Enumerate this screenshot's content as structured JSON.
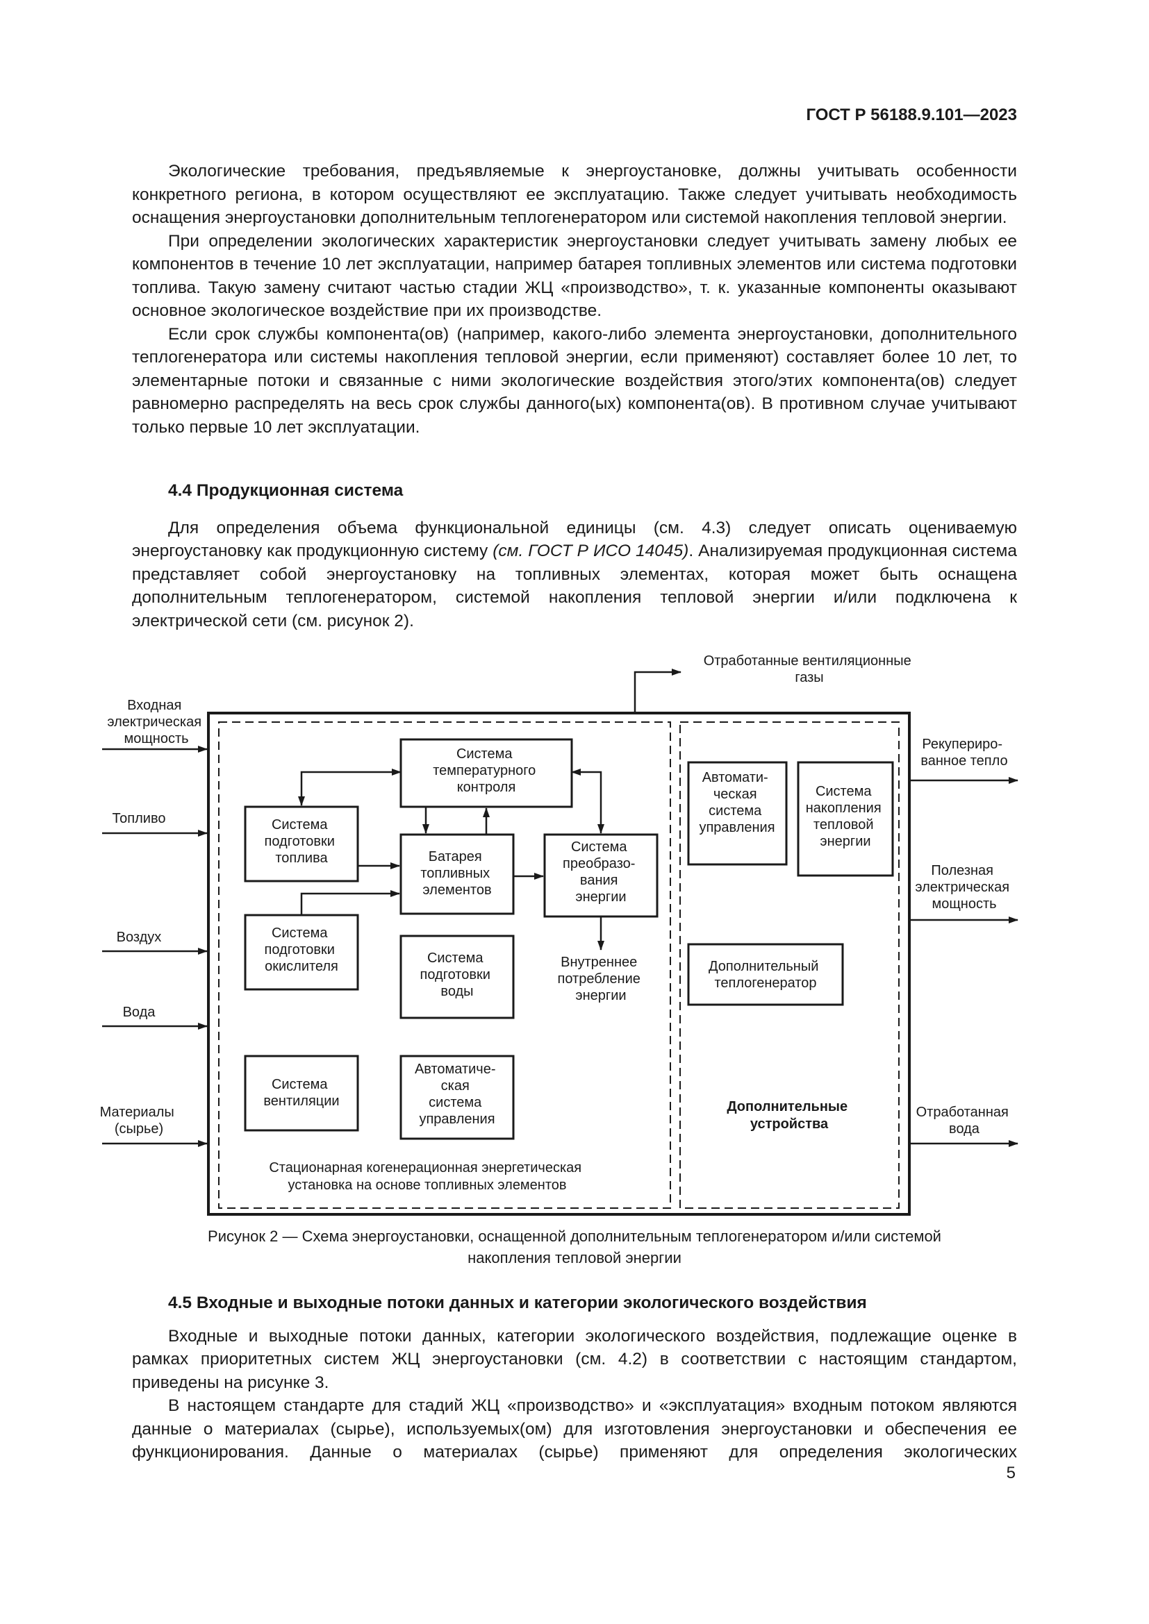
{
  "header": {
    "doc_id": "ГОСТ Р 56188.9.101—2023"
  },
  "paragraphs_top": [
    "Экологические требования, предъявляемые к энергоустановке, должны учитывать особенности конкретного региона, в котором осуществляют ее эксплуатацию. Также следует учитывать необходимость оснащения энергоустановки дополнительным теплогенератором или системой накопления тепловой энергии.",
    "При определении экологических характеристик энергоустановки следует учитывать замену любых ее компонентов в течение 10 лет эксплуатации, например батарея топливных элементов или система подготовки топлива. Такую замену считают частью стадии ЖЦ «производство», т. к. указанные компоненты оказывают основное экологическое воздействие при их производстве.",
    "Если срок службы компонента(ов) (например, какого-либо элемента энергоустановки, дополнительного теплогенератора или системы накопления тепловой энергии, если применяют) составляет более 10 лет, то элементарные потоки и связанные с ними экологические воздействия этого/этих компонента(ов) следует равномерно распределять на весь срок службы данного(ых) компонента(ов). В противном случае учитывают только первые 10 лет эксплуатации."
  ],
  "section_4_4": {
    "heading": "4.4 Продукционная система",
    "text_before_ref": "Для определения объема функциональной единицы (см. 4.3) следует описать оцениваемую энергоустановку как продукционную систему ",
    "ref_italic": "(см. ГОСТ Р ИСО 14045)",
    "text_after_ref": ". Анализируемая продукционная система представляет собой энергоустановку на топливных элементах, которая может быть оснащена дополнительным теплогенератором, системой накопления тепловой энергии и/или подключена к электрической сети (см. рисунок 2)."
  },
  "figure": {
    "inputs": {
      "electric_power": [
        "Входная",
        "электрическая",
        "мощность"
      ],
      "fuel": [
        "Топливо"
      ],
      "air": [
        "Воздух"
      ],
      "water": [
        "Вода"
      ],
      "materials": [
        "Материалы",
        "(сырье)"
      ]
    },
    "outputs": {
      "exhaust_gases": [
        "Отработанные вентиляционные",
        "газы"
      ],
      "recovered_heat": [
        "Рекупериро-",
        "ванное тепло"
      ],
      "useful_power": [
        "Полезная",
        "электрическая",
        "мощность"
      ],
      "waste_water": [
        "Отработанная",
        "вода"
      ]
    },
    "blocks": {
      "temp_control": [
        "Система",
        "температурного",
        "контроля"
      ],
      "fuel_prep": [
        "Система",
        "подготовки",
        "топлива"
      ],
      "fc_stack": [
        "Батарея",
        "топливных",
        "элементов"
      ],
      "power_conv": [
        "Система",
        "преобразо-",
        "вания",
        "энергии"
      ],
      "oxidant_prep": [
        "Система",
        "подготовки",
        "окислителя"
      ],
      "water_prep": [
        "Система",
        "подготовки",
        "воды"
      ],
      "ventilation": [
        "Система",
        "вентиляции"
      ],
      "auto_control": [
        "Автоматиче-",
        "ская",
        "система",
        "управления"
      ],
      "aux_auto_control": [
        "Автомати-",
        "ческая",
        "система",
        "управления"
      ],
      "heat_storage": [
        "Система",
        "накопления",
        "тепловой",
        "энергии"
      ],
      "aux_heat_gen": [
        "Дополнительный",
        "теплогенератор"
      ]
    },
    "internal_consumption": [
      "Внутреннее",
      "потребление",
      "энергии"
    ],
    "plant_label": [
      "Стационарная когенерационная энергетическая",
      "установка на основе топливных элементов"
    ],
    "aux_label": [
      "Дополнительные",
      "устройства"
    ],
    "caption": [
      "Рисунок 2 — Схема энергоустановки, оснащенной дополнительным теплогенератором и/или системой",
      "накопления тепловой энергии"
    ]
  },
  "section_4_5": {
    "heading": "4.5 Входные и выходные потоки данных и категории экологического воздействия",
    "paragraphs": [
      "Входные и выходные потоки данных, категории экологического воздействия, подлежащие оценке в рамках приоритетных систем ЖЦ энергоустановки (см. 4.2) в соответствии с настоящим стандартом, приведены на рисунке 3.",
      "В настоящем стандарте для стадий ЖЦ «производство» и «эксплуатация» входным потоком являются данные о материалах (сырье), используемых(ом) для изготовления энергоустановки и обеспечения ее функционирования. Данные о материалах (сырье) применяют для определения экологических"
    ]
  },
  "page_number": "5"
}
